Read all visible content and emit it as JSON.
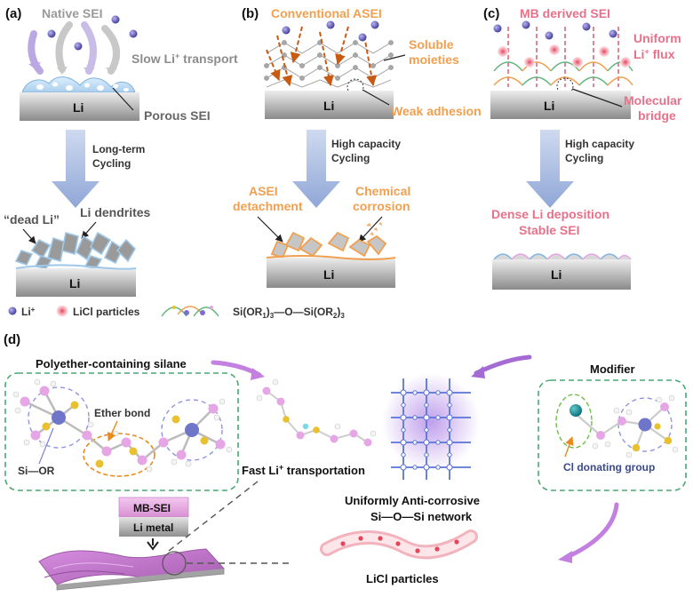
{
  "colors": {
    "native_gray": "#9a9a9a",
    "asei_orange": "#f0a050",
    "mb_pink": "#e8718a",
    "li_block_top": "#e6e6e6",
    "li_block_bottom": "#8c8c8c",
    "arrow_blue": "#9fb5dc",
    "dash_green": "#4aa874",
    "molecule_pink": "#e6a6e6",
    "molecule_yellow": "#e8c030",
    "molecule_blue": "#6f76c9",
    "mb_sei_pink": "#e8a5e2",
    "ether_orange": "#e88a1e",
    "network_blue": "#5a74d6",
    "network_purple": "#a36bd3"
  },
  "panel_a": {
    "label": "(a)",
    "title": "Native SEI",
    "transport": "Slow Li",
    "transport_sup": "+",
    "transport_tail": " transport",
    "porous": "Porous SEI",
    "li": "Li",
    "cycle1": "Long-term",
    "cycle2": "Cycling",
    "dead_li": "“dead Li”",
    "dendrites": "Li dendrites",
    "li_bottom": "Li"
  },
  "panel_b": {
    "label": "(b)",
    "title": "Conventional ASEI",
    "soluble1": "Soluble",
    "soluble2": "moieties",
    "weak": "Weak adhesion",
    "li": "Li",
    "cycle1": "High capacity",
    "cycle2": "Cycling",
    "detach1": "ASEI",
    "detach2": "detachment",
    "corr1": "Chemical",
    "corr2": "corrosion",
    "li_bottom": "Li"
  },
  "panel_c": {
    "label": "(c)",
    "title": "MB derived SEI",
    "flux1": "Uniform",
    "flux2": "Li",
    "flux2_sup": "+",
    "flux2_tail": " flux",
    "bridge1": "Molecular",
    "bridge2": "bridge",
    "li": "Li",
    "cycle1": "High capacity",
    "cycle2": "Cycling",
    "dense1": "Dense Li deposition",
    "dense2": "Stable SEI",
    "li_bottom": "Li"
  },
  "legend": {
    "li_ion": "Li",
    "li_ion_sup": "+",
    "licl": "LiCl particles",
    "si_formula": "Si(OR",
    "si_formula_sub1": "1",
    "si_formula_mid": ")",
    "si_formula_sub2": "3",
    "si_formula_mid2": "—O—Si(OR",
    "si_formula_sub3": "2",
    "si_formula_end": ")",
    "si_formula_sub4": "3"
  },
  "panel_d": {
    "label": "(d)",
    "silane_title": "Polyether-containing silane",
    "ether": "Ether bond",
    "si_or": "Si—OR",
    "fast": "Fast Li",
    "fast_sup": "+",
    "fast_tail": " transportation",
    "modifier": "Modifier",
    "cl_group": "Cl donating group",
    "network1": "Uniformly Anti-corrosive",
    "network2": "Si—O—Si network",
    "mb_sei": "MB-SEI",
    "li_metal": "Li metal",
    "licl": "LiCl particles"
  }
}
